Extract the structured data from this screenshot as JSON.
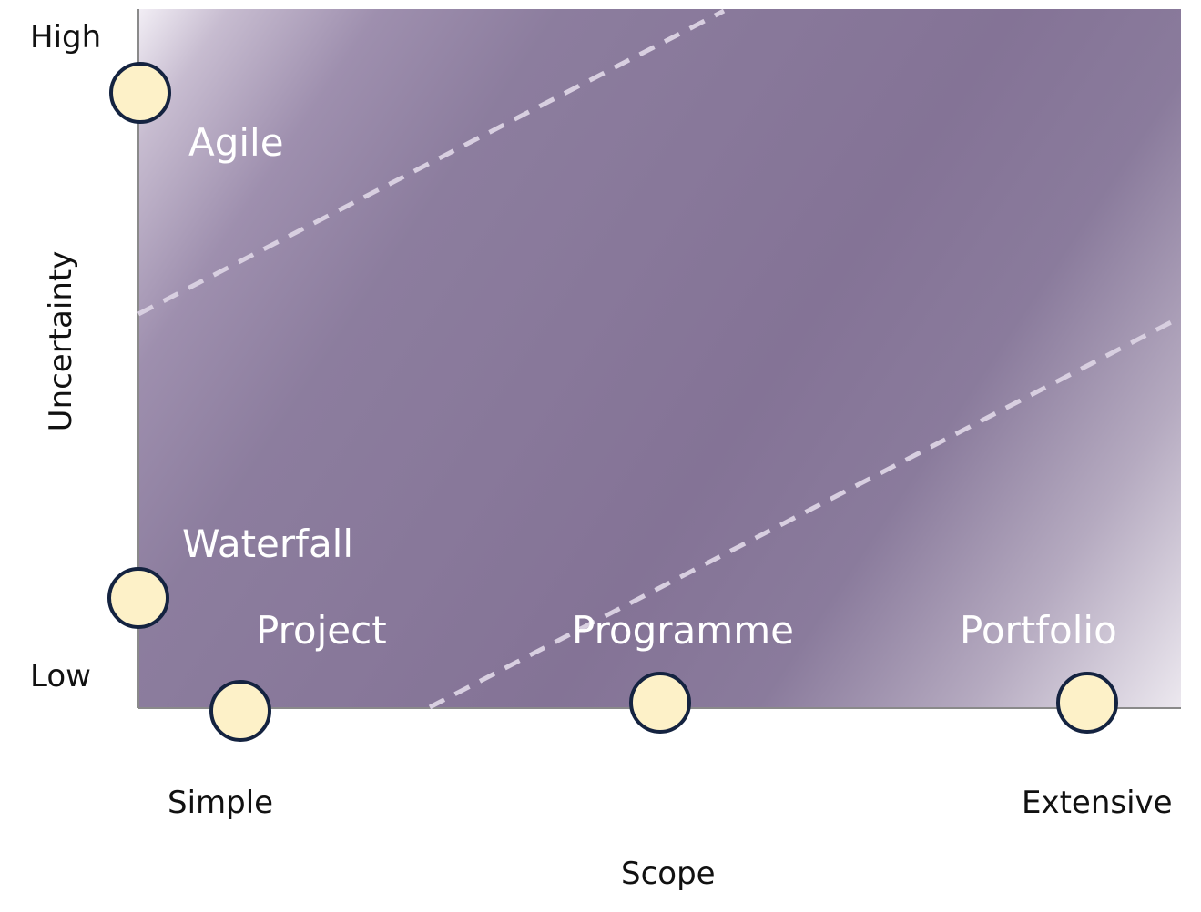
{
  "diagram": {
    "axes": {
      "y_label": "Uncertainty",
      "y_high": "High",
      "y_low": "Low",
      "x_label": "Scope",
      "x_simple": "Simple",
      "x_extensive": "Extensive"
    },
    "regions": {
      "agile": "Agile",
      "waterfall": "Waterfall"
    },
    "levels": {
      "project": "Project",
      "programme": "Programme",
      "portfolio": "Portfolio"
    },
    "colors": {
      "region_fill": "#84739a",
      "corner_highlight": "#f2eef5",
      "divider": "#d8cfe0",
      "marker_fill": "#fdf1c8",
      "marker_stroke": "#142340",
      "axis_line": "#8a8a8a"
    }
  }
}
